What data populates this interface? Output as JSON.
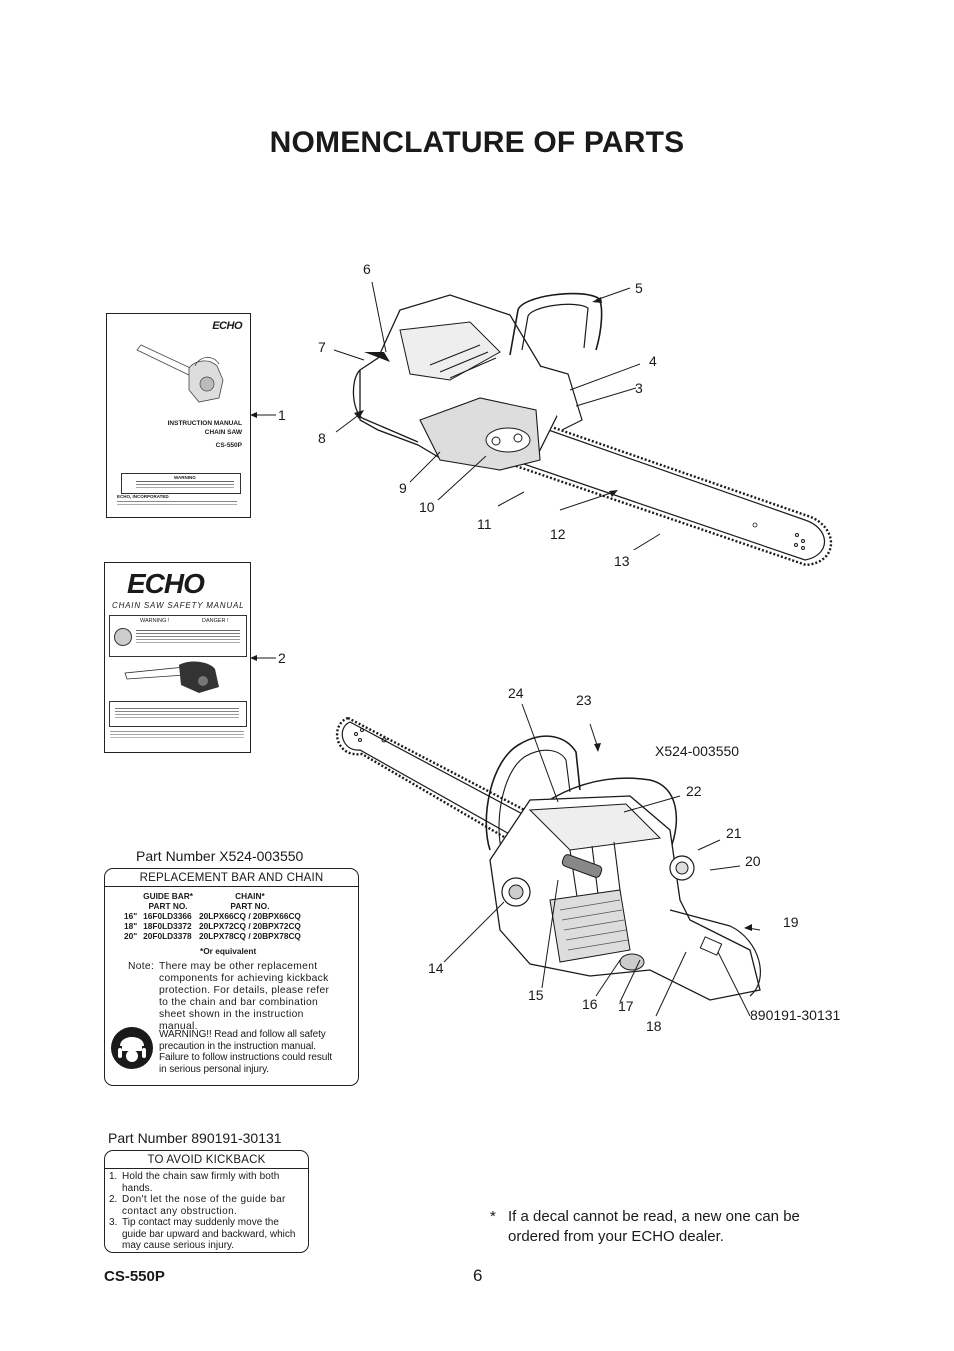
{
  "page": {
    "title": "NOMENCLATURE OF PARTS",
    "model": "CS-550P",
    "page_number": "6"
  },
  "manual_instruction": {
    "logo": "ECHO",
    "title_line1": "INSTRUCTION MANUAL",
    "title_line2": "CHAIN SAW",
    "model": "CS-550P",
    "warning": "WARNING",
    "company": "ECHO, INCORPORATED"
  },
  "manual_safety": {
    "logo": "ECHO",
    "subtitle": "CHAIN SAW SAFETY MANUAL",
    "warning": "WARNING !",
    "danger": "DANGER !"
  },
  "callouts": {
    "c1": "1",
    "c2": "2",
    "c3": "3",
    "c4": "4",
    "c5": "5",
    "c6": "6",
    "c7": "7",
    "c8": "8",
    "c9": "9",
    "c10": "10",
    "c11": "11",
    "c12": "12",
    "c13": "13",
    "c14": "14",
    "c15": "15",
    "c16": "16",
    "c17": "17",
    "c18": "18",
    "c19": "19",
    "c20": "20",
    "c21": "21",
    "c22": "22",
    "c23": "23",
    "c24": "24",
    "decal_a": "X524-003550",
    "decal_b": "890191-30131"
  },
  "decal_bar_chain": {
    "part_number_label": "Part Number X524-003550",
    "heading": "REPLACEMENT BAR AND CHAIN",
    "col_guide": "GUIDE BAR*",
    "col_guide_sub": "PART NO.",
    "col_chain": "CHAIN*",
    "col_chain_sub": "PART NO.",
    "rows": [
      {
        "size": "16\"",
        "bar": "16F0LD3366",
        "chain": "20LPX66CQ / 20BPX66CQ"
      },
      {
        "size": "18\"",
        "bar": "18F0LD3372",
        "chain": "20LPX72CQ / 20BPX72CQ"
      },
      {
        "size": "20\"",
        "bar": "20F0LD3378",
        "chain": "20LPX78CQ / 20BPX78CQ"
      }
    ],
    "equivalent": "*Or equivalent",
    "note_label": "Note:",
    "note_text": "There may be other replacement components for achieving kickback protection. For details, please refer to the chain and bar combination sheet shown in the instruction manual.",
    "warning_text": "WARNING!! Read and follow all safety precaution in the instruction manual. Failure to follow instructions could result in serious personal injury."
  },
  "decal_kickback": {
    "part_number_label": "Part Number 890191-30131",
    "heading": "TO AVOID KICKBACK",
    "items": [
      {
        "num": "1.",
        "text": "Hold the chain saw firmly with both hands."
      },
      {
        "num": "2.",
        "text": "Don't let the nose of the guide bar contact any obstruction."
      },
      {
        "num": "3.",
        "text": "Tip contact may suddenly move the guide bar upward and backward, which may cause serious injury."
      }
    ]
  },
  "footnote": {
    "star": "*",
    "text": "If a decal cannot be read, a new one can be ordered from your ECHO dealer."
  }
}
